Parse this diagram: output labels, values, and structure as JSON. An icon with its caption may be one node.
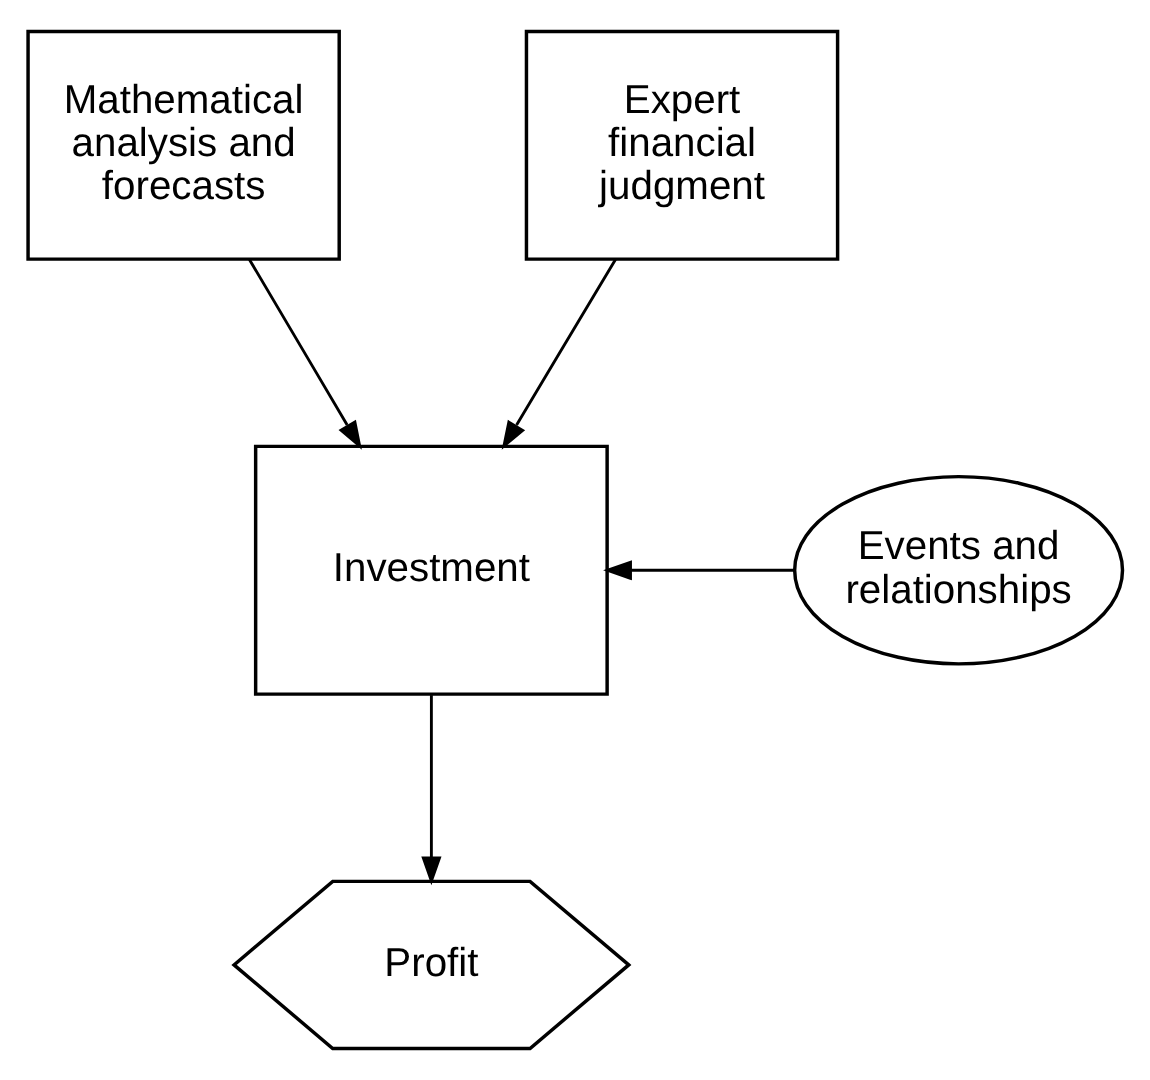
{
  "diagram": {
    "nodes": [
      {
        "text": [
          "Mathematical analysis and forecasts"
        ]
      },
      {
        "text": [
          "Expert financial judgment"
        ]
      },
      {
        "text": [
          "Investment"
        ]
      },
      {
        "text": [
          "Events and relationships"
        ]
      },
      {
        "text": [
          "Profit"
        ]
      }
    ],
    "edges": [
      {
        "from": 0,
        "to": 2,
        "arrow": "to"
      },
      {
        "from": 1,
        "to": 2,
        "arrow": "to"
      },
      {
        "from": 3,
        "to": 2,
        "arrow": "to"
      },
      {
        "from": 2,
        "to": 4,
        "arrow": "to"
      }
    ]
  }
}
